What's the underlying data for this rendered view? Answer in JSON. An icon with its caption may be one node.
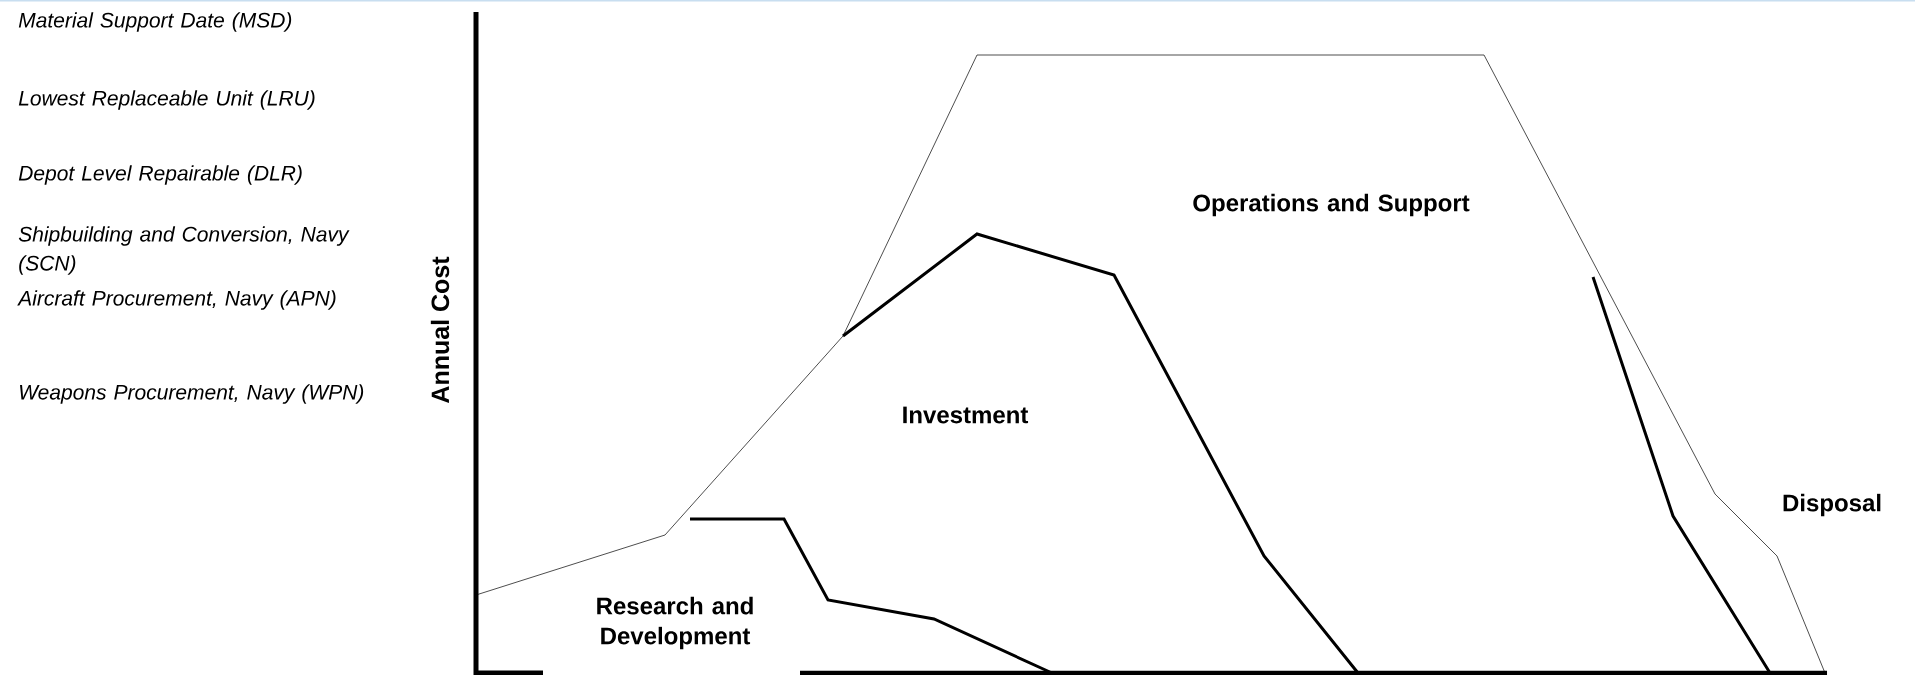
{
  "diagram": {
    "labels": [
      "Material Support Date (MSD)",
      "Lowest Replaceable Unit (LRU)",
      "Depot Level Repairable (DLR)",
      "Shipbuilding and Conversion, Navy (SCN)",
      "Aircraft Procurement, Navy (APN)",
      "Weapons Procurement, Navy (WPN)",
      "Annual Cost",
      "Operations and Support",
      "Investment",
      "Disposal",
      "Research and Development"
    ]
  }
}
